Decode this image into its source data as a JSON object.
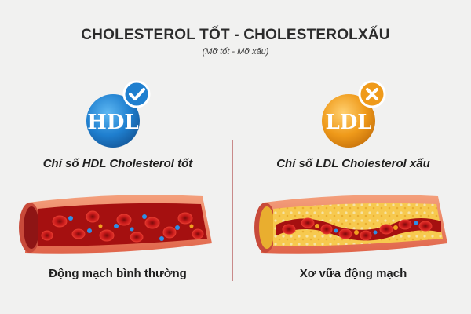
{
  "title": "CHOLESTEROL TỐT - CHOLESTEROLXẤU",
  "subtitle": "(Mỡ tốt - Mỡ xấu)",
  "left": {
    "badge_text": "HDL",
    "status_icon": "check-icon",
    "caption": "Chỉ số HDL Cholesterol tốt",
    "vessel_label": "Động mạch bình thường",
    "color": "#1f7fcf"
  },
  "right": {
    "badge_text": "LDL",
    "status_icon": "x-icon",
    "caption": "Chỉ số LDL Cholesterol xấu",
    "vessel_label": "Xơ vữa động mạch",
    "color": "#ef9a1a"
  }
}
